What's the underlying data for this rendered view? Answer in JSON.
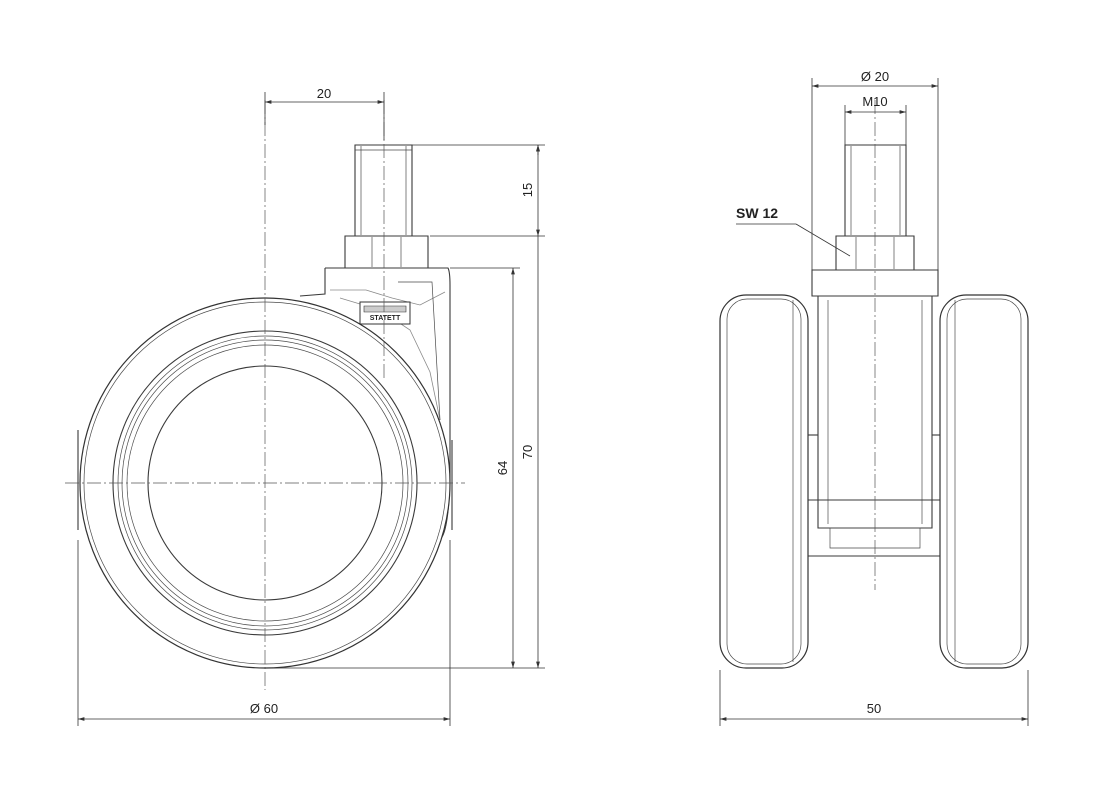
{
  "side_view": {
    "dim_offset": "20",
    "dim_stem_height": "15",
    "dim_wheel_height": "64",
    "dim_total_height": "70",
    "dim_diameter": "Ø 60",
    "logo_text": "STATETT"
  },
  "front_view": {
    "dim_housing_dia": "Ø 20",
    "dim_thread": "M10",
    "label_wrench": "SW 12",
    "dim_width": "50"
  }
}
